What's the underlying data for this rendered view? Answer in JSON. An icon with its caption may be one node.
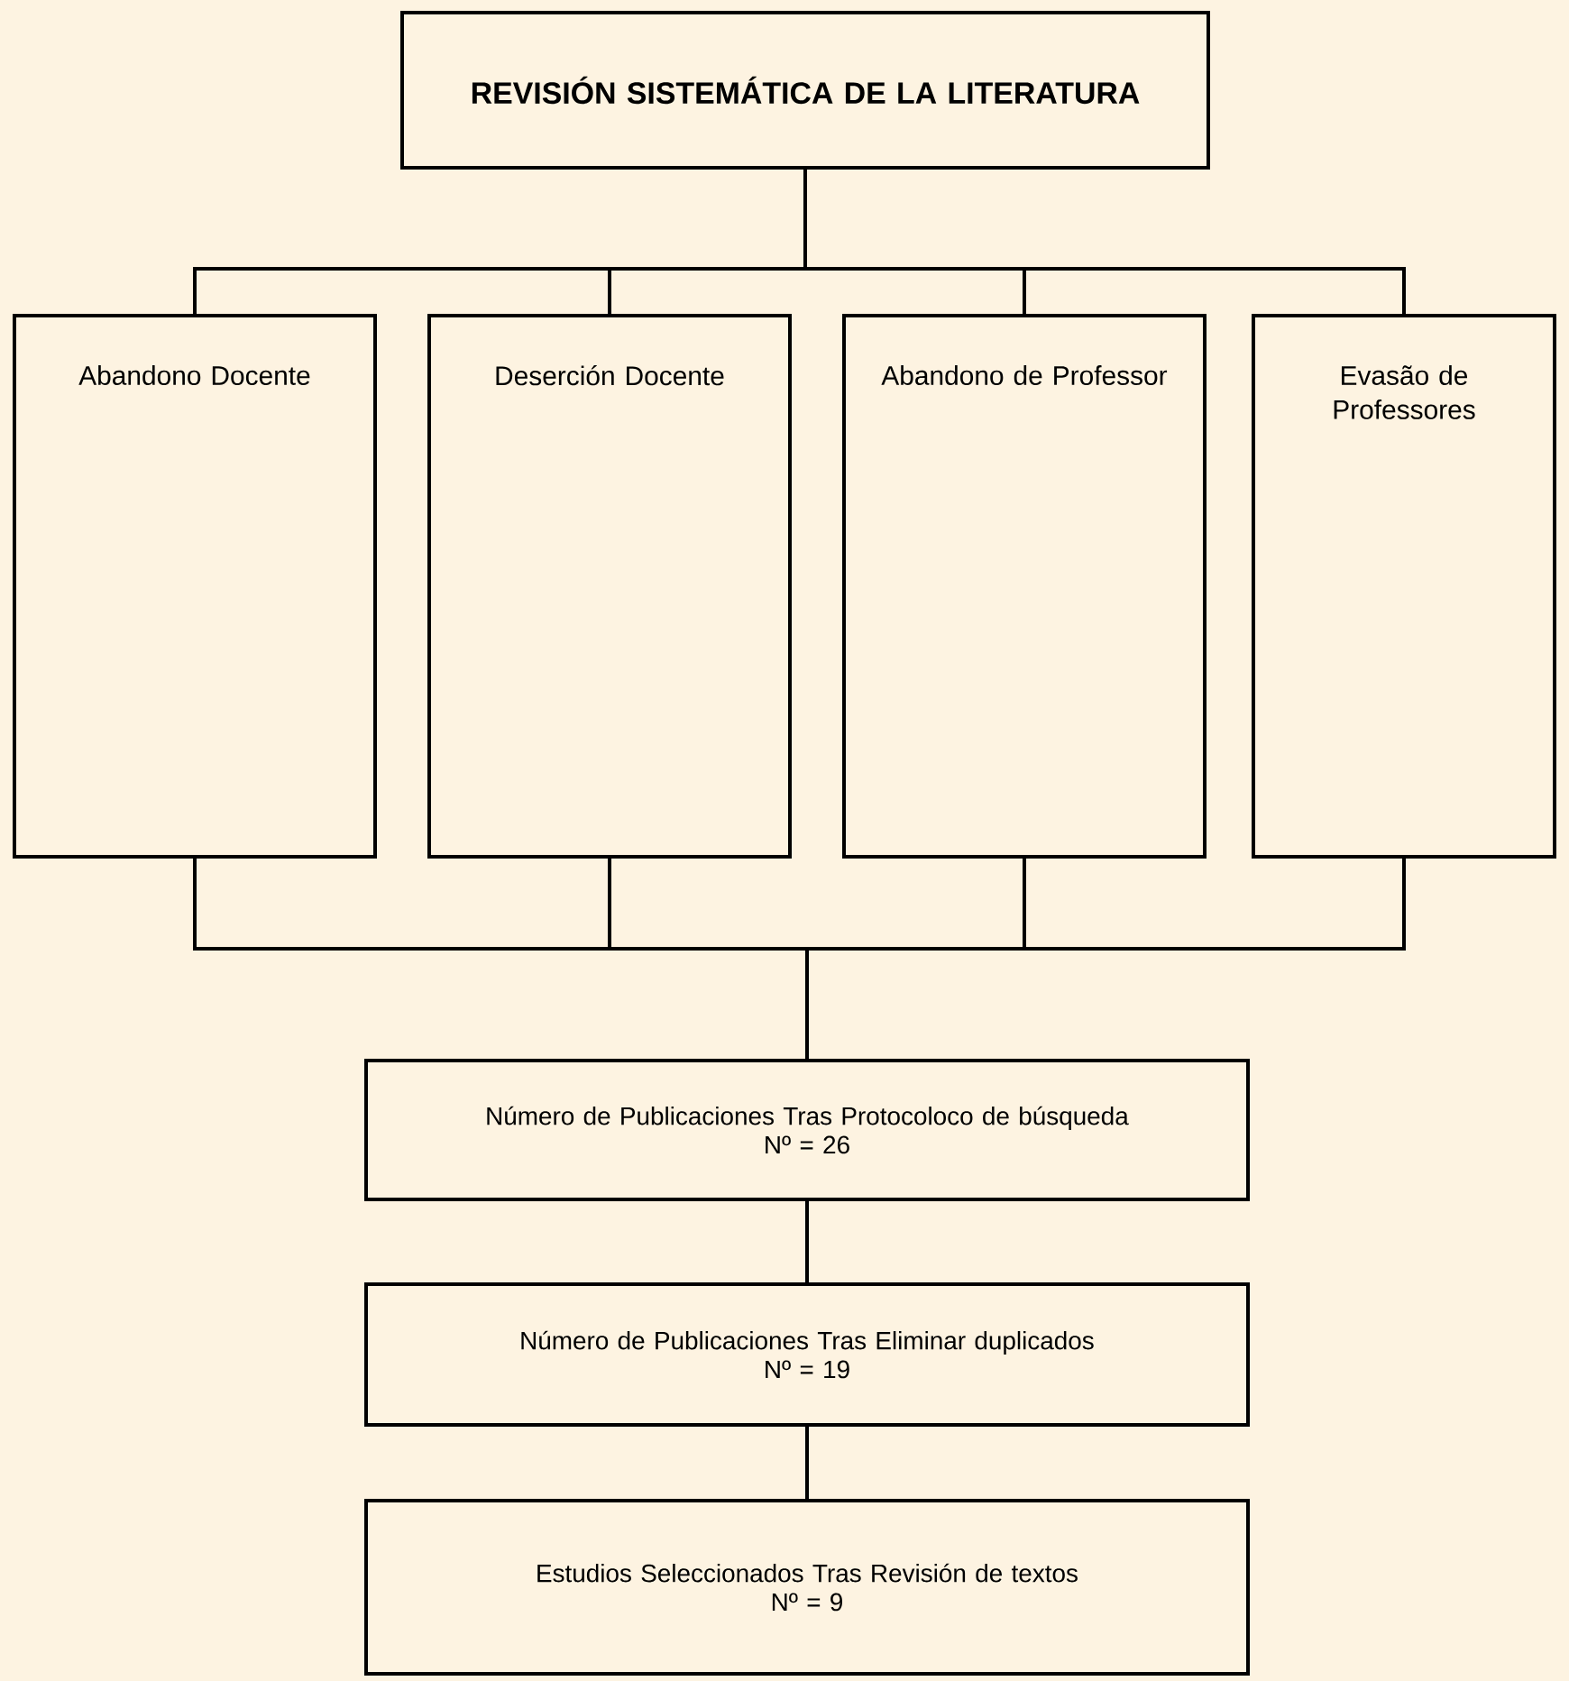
{
  "diagram": {
    "nodes": [
      {
        "text": [
          "REVISIÓN SISTEMÁTICA DE LA LITERATURA"
        ]
      },
      {
        "text": [
          "Abandono Docente"
        ]
      },
      {
        "text": [
          "Deserción Docente"
        ]
      },
      {
        "text": [
          "Abandono de Professor"
        ]
      },
      {
        "text": [
          "Evasão de Professores"
        ]
      },
      {
        "text": [
          "Número de Publicaciones Tras Protocoloco de búsqueda",
          "Nº = 26"
        ]
      },
      {
        "text": [
          "Número de Publicaciones Tras Eliminar duplicados",
          "Nº = 19"
        ]
      },
      {
        "text": [
          "Estudios Seleccionados Tras Revisión de textos",
          "Nº = 9"
        ]
      }
    ],
    "edges": [
      {
        "from": 0,
        "to": 1,
        "arrow": "none"
      },
      {
        "from": 0,
        "to": 2,
        "arrow": "none"
      },
      {
        "from": 0,
        "to": 3,
        "arrow": "none"
      },
      {
        "from": 0,
        "to": 4,
        "arrow": "none"
      },
      {
        "from": 1,
        "to": 5,
        "arrow": "none"
      },
      {
        "from": 2,
        "to": 5,
        "arrow": "none"
      },
      {
        "from": 3,
        "to": 5,
        "arrow": "none"
      },
      {
        "from": 4,
        "to": 5,
        "arrow": "none"
      },
      {
        "from": 5,
        "to": 6,
        "arrow": "none"
      },
      {
        "from": 6,
        "to": 7,
        "arrow": "none"
      }
    ]
  }
}
